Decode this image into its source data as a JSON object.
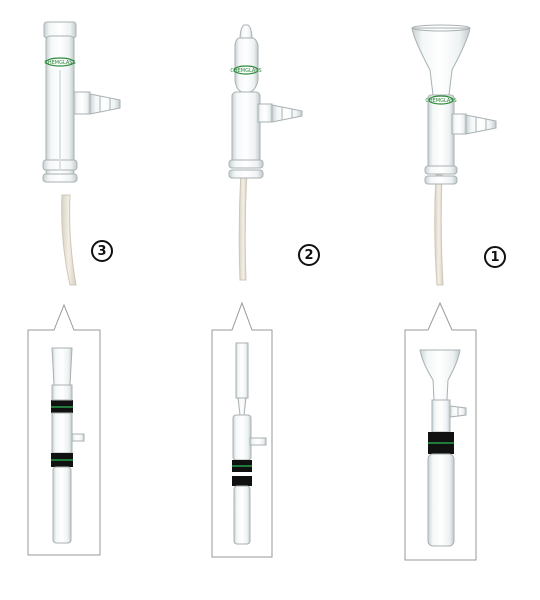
{
  "labels": {
    "item_3": "3",
    "item_2": "2",
    "item_1": "1"
  },
  "colors": {
    "background": "#ffffff",
    "glass_outline": "#a9b1b3",
    "glass_highlight": "#e8eef0",
    "tube": "#e2dccd",
    "brand_green": "#2e8a3a",
    "clamp_dark": "#111111",
    "clamp_green": "#1f7a3c",
    "frame": "#9a9a9a"
  },
  "logo_text": "CHEMGLASS"
}
